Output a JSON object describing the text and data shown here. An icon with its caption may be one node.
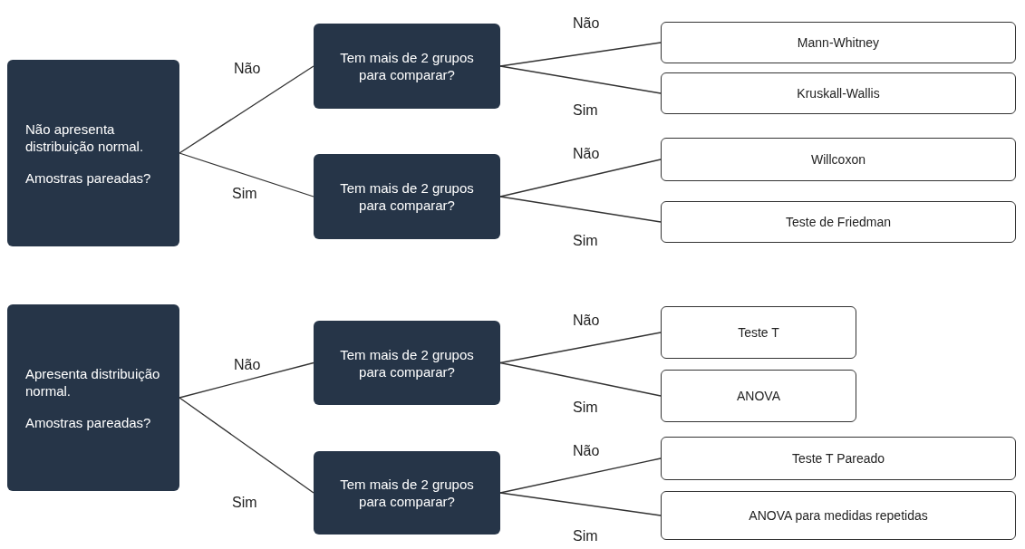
{
  "diagram": {
    "nodes": [
      {
        "text": [
          "Não apresenta distribuição normal.",
          "Amostras pareadas?"
        ]
      },
      {
        "text": [
          "Tem mais de 2 grupos para comparar?"
        ]
      },
      {
        "text": [
          "Tem mais de 2 grupos para comparar?"
        ]
      },
      {
        "text": [
          "Mann-Whitney"
        ]
      },
      {
        "text": [
          "Kruskall-Wallis"
        ]
      },
      {
        "text": [
          "Willcoxon"
        ]
      },
      {
        "text": [
          "Teste de Friedman"
        ]
      },
      {
        "text": [
          "Apresenta distribuição normal.",
          "Amostras pareadas?"
        ]
      },
      {
        "text": [
          "Tem mais de 2 grupos para comparar?"
        ]
      },
      {
        "text": [
          "Tem mais de 2 grupos para comparar?"
        ]
      },
      {
        "text": [
          "Teste T"
        ]
      },
      {
        "text": [
          "ANOVA"
        ]
      },
      {
        "text": [
          "Teste T Pareado"
        ]
      },
      {
        "text": [
          "ANOVA para medidas repetidas"
        ]
      }
    ],
    "edges": [
      {
        "from": 0,
        "to": 1,
        "arrow": "none",
        "label": "Não"
      },
      {
        "from": 0,
        "to": 2,
        "arrow": "none",
        "label": "Sim"
      },
      {
        "from": 1,
        "to": 3,
        "arrow": "none",
        "label": "Não"
      },
      {
        "from": 1,
        "to": 4,
        "arrow": "none",
        "label": "Sim"
      },
      {
        "from": 2,
        "to": 5,
        "arrow": "none",
        "label": "Não"
      },
      {
        "from": 2,
        "to": 6,
        "arrow": "none",
        "label": "Sim"
      },
      {
        "from": 7,
        "to": 8,
        "arrow": "none",
        "label": "Não"
      },
      {
        "from": 7,
        "to": 9,
        "arrow": "none",
        "label": "Sim"
      },
      {
        "from": 8,
        "to": 10,
        "arrow": "none",
        "label": "Não"
      },
      {
        "from": 8,
        "to": 11,
        "arrow": "none",
        "label": "Sim"
      },
      {
        "from": 9,
        "to": 12,
        "arrow": "none",
        "label": "Não"
      },
      {
        "from": 9,
        "to": 13,
        "arrow": "none",
        "label": "Sim"
      }
    ]
  }
}
